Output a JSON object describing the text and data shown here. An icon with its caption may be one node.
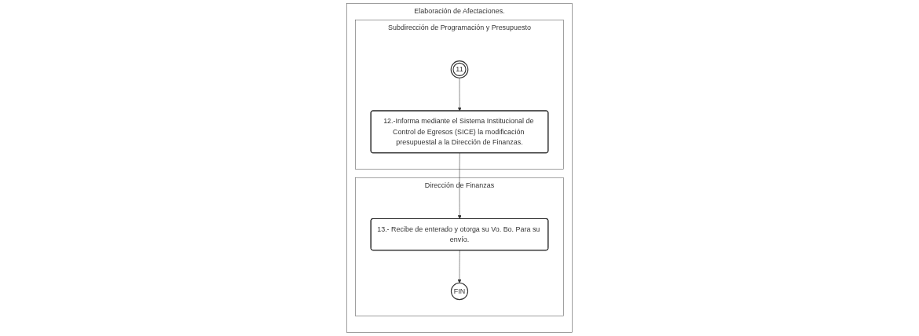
{
  "diagram": {
    "nodes": [
      {
        "text": [
          "Elaboración de Afectaciones."
        ]
      },
      {
        "text": [
          "Subdirección de Programación y Presupuesto"
        ],
        "in": 0
      },
      {
        "text": [
          "Dirección de Finanzas"
        ],
        "in": 0
      },
      {
        "text": [
          "11"
        ],
        "in": 1
      },
      {
        "text": [
          "12.-Informa mediante el Sistema Institucional de Control de Egresos (SICE) la modificación presupuestal a la Dirección de Finanzas."
        ],
        "in": 1
      },
      {
        "text": [
          "13.- Recibe de enterado y otorga su Vo. Bo. Para su envío."
        ],
        "in": 2
      },
      {
        "text": [
          "FIN"
        ],
        "in": 2
      }
    ],
    "edges": [
      {
        "from": 3,
        "to": 4,
        "arrow": "to"
      },
      {
        "from": 4,
        "to": 5,
        "arrow": "to"
      },
      {
        "from": 5,
        "to": 6,
        "arrow": "to"
      }
    ]
  }
}
